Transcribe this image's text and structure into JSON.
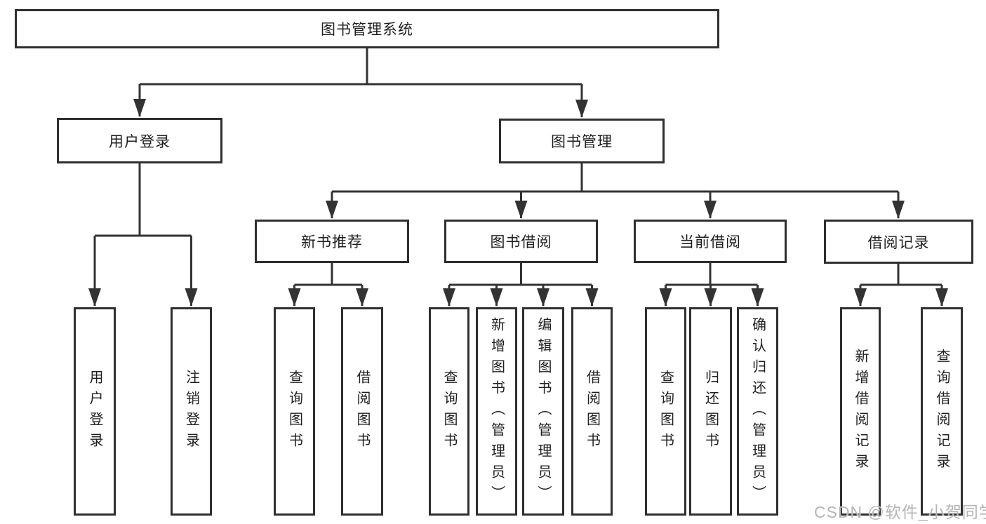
{
  "diagram": {
    "root": {
      "label": "图书管理系统"
    },
    "level2": [
      {
        "label": "用户登录"
      },
      {
        "label": "图书管理"
      }
    ],
    "level3": [
      {
        "label": "新书推荐"
      },
      {
        "label": "图书借阅"
      },
      {
        "label": "当前借阅"
      },
      {
        "label": "借阅记录"
      }
    ],
    "leaves": {
      "user_login": [
        {
          "label": "用户登录"
        },
        {
          "label": "注销登录"
        }
      ],
      "new_book": [
        {
          "label": "查询图书"
        },
        {
          "label": "借阅图书"
        }
      ],
      "book_borrow": [
        {
          "label": "查询图书"
        },
        {
          "label": "新增图书（管理员）"
        },
        {
          "label": "编辑图书（管理员）"
        },
        {
          "label": "借阅图书"
        }
      ],
      "current_borrow": [
        {
          "label": "查询图书"
        },
        {
          "label": "归还图书"
        },
        {
          "label": "确认归还（管理员）"
        }
      ],
      "borrow_records": [
        {
          "label": "新增借阅记录"
        },
        {
          "label": "查询借阅记录"
        }
      ]
    }
  },
  "watermark": {
    "text": "CSDN @软件_小贺同学"
  },
  "colors": {
    "line": "#333333",
    "box_border": "#2f2f2f",
    "text": "#1f1f1f",
    "watermark": "#b5b5b5",
    "background": "#ffffff"
  }
}
